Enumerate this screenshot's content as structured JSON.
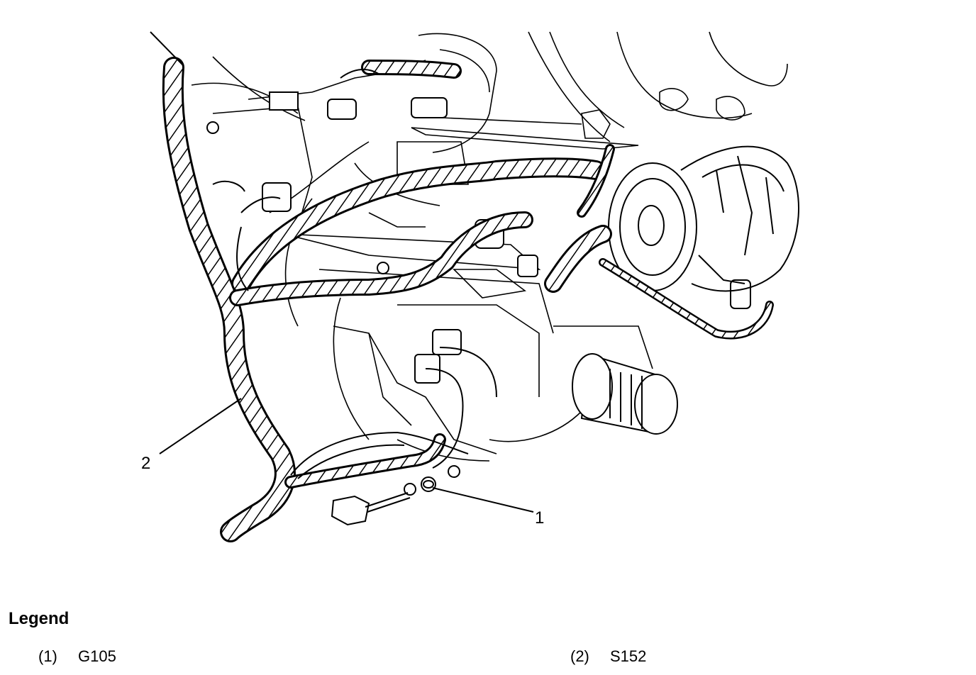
{
  "callouts": [
    {
      "number": "1"
    },
    {
      "number": "2"
    }
  ],
  "legend": {
    "title": "Legend",
    "items": [
      {
        "number": "(1)",
        "label": "G105"
      },
      {
        "number": "(2)",
        "label": "S152"
      }
    ]
  },
  "colors": {
    "line": "#000000",
    "background": "#ffffff"
  }
}
